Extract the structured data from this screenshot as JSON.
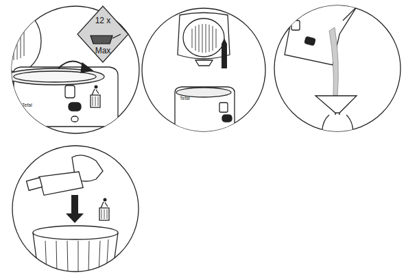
{
  "diagram": {
    "nodes": [
      {
        "text": [
          "12 x",
          "Max"
        ]
      }
    ],
    "labels": [
      "Tefal",
      "Tefal"
    ]
  }
}
